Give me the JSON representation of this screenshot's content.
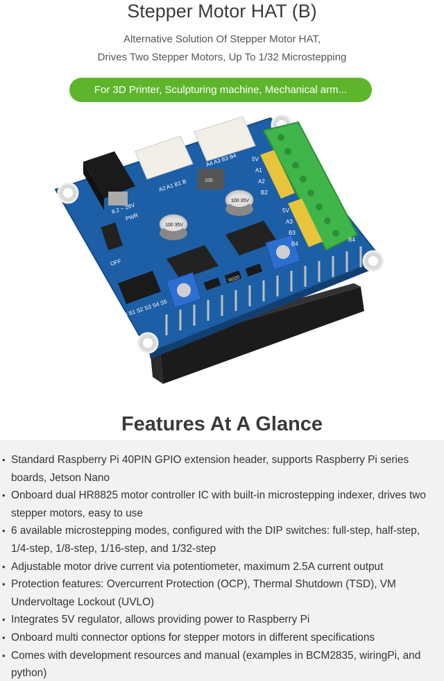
{
  "header": {
    "title": "Stepper Motor HAT (B)",
    "subtitle_line1": "Alternative Solution Of Stepper Motor HAT,",
    "subtitle_line2": "Drives Two Stepper Motors, Up To 1/32 Microstepping",
    "pill_label": "For 3D Printer, Sculpturing machine, Mechanical arm..."
  },
  "board_labels": {
    "power_range": "8.2 ~ 28V",
    "pwr": "PWR",
    "off": "OFF",
    "cap1": "100 35V",
    "cap2": "100 35V",
    "inductor": "100",
    "resistor": "R020",
    "connector_left": "A2 A1 B1 B",
    "connector_right": "A4 A3 B3 B4",
    "side_top": [
      "5V",
      "A1",
      "A2",
      "B2"
    ],
    "side_bottom": [
      "5V",
      "A3",
      "B3",
      "B4"
    ],
    "dip_labels": "S0 S1 S2 S3 S4 S5",
    "terminal_b4": "B4"
  },
  "features": {
    "title": "Features At A Glance",
    "bullet_glyph": "•",
    "lines": [
      [
        "Standard Raspberry Pi 40PIN GPIO extension header, supports Raspberry Pi series",
        "boards, Jetson Nano"
      ],
      [
        "Onboard dual HR8825 motor controller IC with built-in microstepping indexer, drives two",
        "stepper motors, easy to use"
      ],
      [
        "6 available microstepping modes, configured with the DIP switches: full-step, half-step,",
        "1/4-step, 1/8-step, 1/16-step, and 1/32-step"
      ],
      [
        "Adjustable motor drive current via potentiometer, maximum 2.5A current output"
      ],
      [
        "Protection features: Overcurrent Protection (OCP), Thermal Shutdown (TSD), VM",
        "Undervoltage Lockout (UVLO)"
      ],
      [
        "Integrates 5V regulator, allows providing power to Raspberry Pi"
      ],
      [
        "Onboard multi connector options for stepper motors in different specifications"
      ],
      [
        "Comes with development resources and manual (examples in BCM2835, wiringPi, and",
        "python)"
      ]
    ]
  },
  "colors": {
    "pill": "#5db52c",
    "pcb": "#1f62a8",
    "terminal": "#3fb54a",
    "panel": "#f2f2f2"
  }
}
